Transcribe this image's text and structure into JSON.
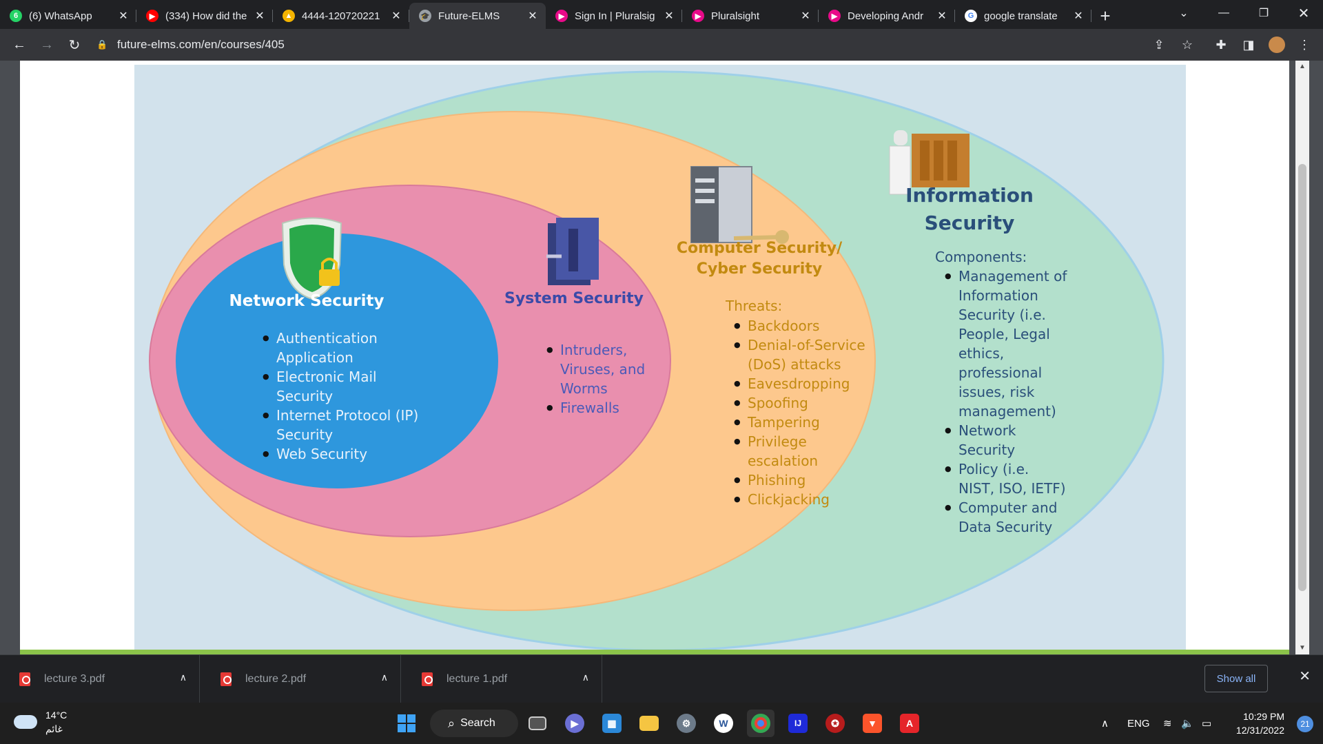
{
  "browser": {
    "tabs": [
      {
        "title": "(6) WhatsApp",
        "icon": "whatsapp-icon",
        "color": "#25d366",
        "glyph": "6",
        "active": false
      },
      {
        "title": "(334) How did the",
        "icon": "youtube-icon",
        "color": "#ff0000",
        "glyph": "▶",
        "active": false
      },
      {
        "title": "4444-120720221",
        "icon": "google-drive-icon",
        "color": "#f4b400",
        "glyph": "▲",
        "active": false
      },
      {
        "title": "Future-ELMS",
        "icon": "graduation-cap-icon",
        "color": "#9aa0a6",
        "glyph": "🎓",
        "active": true
      },
      {
        "title": "Sign In | Pluralsig",
        "icon": "pluralsight-icon",
        "color": "#e80a89",
        "glyph": "▶",
        "active": false
      },
      {
        "title": "Pluralsight",
        "icon": "pluralsight-icon",
        "color": "#e80a89",
        "glyph": "▶",
        "active": false
      },
      {
        "title": "Developing Andr",
        "icon": "pluralsight-icon",
        "color": "#e80a89",
        "glyph": "▶",
        "active": false
      },
      {
        "title": "google translate",
        "icon": "google-icon",
        "color": "#ffffff",
        "glyph": "G",
        "active": false
      }
    ],
    "new_tab_label": "+",
    "url": "future-elms.com/en/courses/405"
  },
  "slide": {
    "network": {
      "title": "Network Security",
      "items": [
        "Authentication Application",
        "Electronic Mail Security",
        "Internet Protocol (IP) Security",
        "Web Security"
      ]
    },
    "system": {
      "title": "System Security",
      "items": [
        "Intruders, Viruses, and Worms",
        "Firewalls"
      ]
    },
    "computer": {
      "title_line1": "Computer Security/",
      "title_line2": "Cyber Security",
      "threats_label": "Threats:",
      "items": [
        "Backdoors",
        "Denial-of-Service (DoS) attacks",
        "Eavesdropping",
        "Spoofing",
        "Tampering",
        "Privilege escalation",
        "Phishing",
        "Clickjacking"
      ]
    },
    "information": {
      "title_line1": "Information",
      "title_line2": "Security",
      "components_label": "Components:",
      "items": [
        "Management of Information Security (i.e. People, Legal ethics, professional issues, risk management)",
        "Network Security",
        "Policy (i.e. NIST, ISO, IETF)",
        "Computer and Data Security"
      ]
    },
    "colors": {
      "outer": "#b3e0cc",
      "orange": "#fdc88d",
      "pink": "#e98fae",
      "blue": "#2e97dd",
      "network_text": "#ffffff",
      "system_text": "#3a4aa8",
      "computer_text": "#c28a10",
      "info_text": "#2a4f7a"
    }
  },
  "downloads": {
    "files": [
      "lecture 3.pdf",
      "lecture 2.pdf",
      "lecture 1.pdf"
    ],
    "show_all": "Show all"
  },
  "taskbar": {
    "weather_temp": "14°C",
    "weather_desc": "غائم",
    "search_label": "Search",
    "language": "ENG",
    "time": "10:29 PM",
    "date": "12/31/2022",
    "notifications": "21"
  }
}
